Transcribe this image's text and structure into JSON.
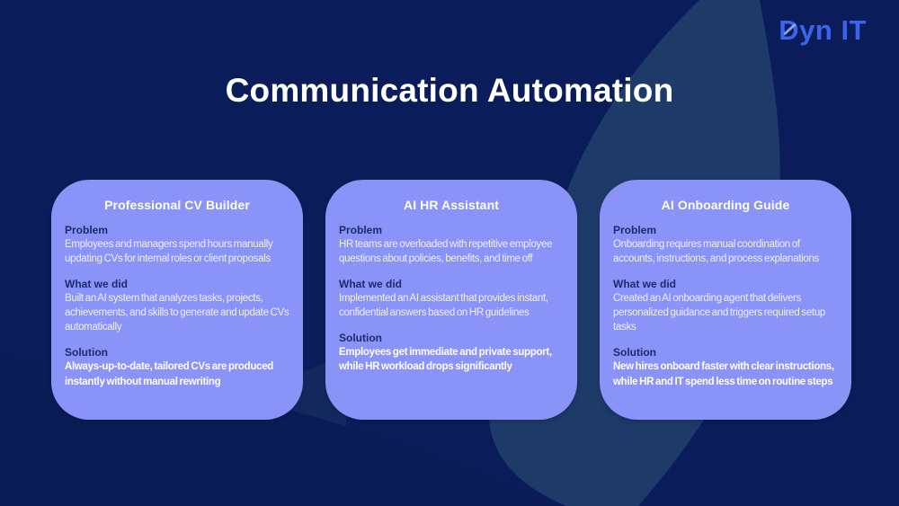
{
  "logo": {
    "text": "Dyn IT"
  },
  "title": "Communication Automation",
  "colors": {
    "background_navy": "#0a1d5a",
    "swoosh_light_navy": "#1e3a69",
    "card_periwinkle": "#8a93f8",
    "logo_blue": "#3a64ec",
    "card_heading_navy": "#1c2a6e",
    "body_text": "#eff1fe",
    "title_white": "#ffffff"
  },
  "section_labels": {
    "problem": "Problem",
    "what_we_did": "What we did",
    "solution": "Solution"
  },
  "cards": [
    {
      "title": "Professional CV Builder",
      "problem": "Employees and managers spend hours manually updating CVs for internal roles or client proposals",
      "what_we_did": "Built an AI system that analyzes tasks, projects, achievements, and skills to generate and update CVs automatically",
      "solution": "Always-up-to-date, tailored CVs are produced instantly without manual rewriting"
    },
    {
      "title": "AI HR Assistant",
      "problem": "HR teams are overloaded with repetitive employee questions about policies, benefits, and time off",
      "what_we_did": "Implemented an AI assistant that provides instant, confidential answers based on HR guidelines",
      "solution": "Employees get immediate and private support, while HR workload drops significantly"
    },
    {
      "title": "AI Onboarding Guide",
      "problem": "Onboarding requires manual coordination of accounts, instructions, and process explanations",
      "what_we_did": "Created an AI onboarding agent that delivers personalized guidance and triggers required setup tasks",
      "solution": "New hires onboard faster with clear instructions, while HR and IT spend less time on routine steps"
    }
  ]
}
